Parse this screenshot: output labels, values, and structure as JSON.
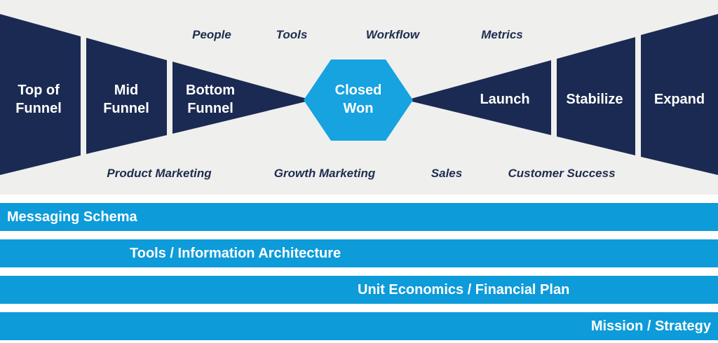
{
  "bowtie": {
    "funnel_stages": [
      "Top of Funnel",
      "Mid Funnel",
      "Bottom Funnel"
    ],
    "center_label": "Closed Won",
    "right_stages": [
      "Launch",
      "Stabilize",
      "Expand"
    ],
    "top_labels": [
      "People",
      "Tools",
      "Workflow",
      "Metrics"
    ],
    "bottom_labels": [
      "Product Marketing",
      "Growth Marketing",
      "Sales",
      "Customer Success"
    ]
  },
  "bars": [
    "Messaging Schema",
    "Tools / Information Architecture",
    "Unit Economics / Financial Plan",
    "Mission / Strategy"
  ],
  "colors": {
    "navy": "#1b2a52",
    "bar_blue": "#0d9bd9",
    "hexagon_blue": "#17a2e0",
    "background_gray": "#efefed",
    "label_dark": "#1f2d4e"
  }
}
